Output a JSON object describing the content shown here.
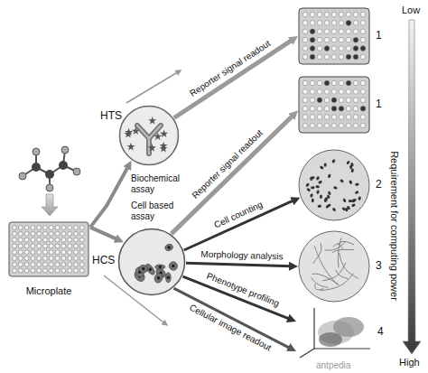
{
  "diagram": {
    "nodes": [
      {
        "text": [
          "Microplate"
        ]
      },
      {
        "text": [
          "HTS"
        ]
      },
      {
        "text": [
          "HCS"
        ]
      },
      {
        "text": [
          "1"
        ]
      },
      {
        "text": [
          "1"
        ]
      },
      {
        "text": [
          "2"
        ]
      },
      {
        "text": [
          "3"
        ]
      },
      {
        "text": [
          "4"
        ]
      }
    ],
    "edges": [
      {
        "from": 0,
        "to": 1,
        "label": "Biochemical assay",
        "arrow": "to"
      },
      {
        "from": 0,
        "to": 2,
        "label": "Cell based assay",
        "arrow": "to"
      },
      {
        "from": 1,
        "to": 3,
        "label": "Reporter signal readout",
        "arrow": "to"
      },
      {
        "from": 2,
        "to": 4,
        "label": "Reporter signal readout",
        "arrow": "to"
      },
      {
        "from": 2,
        "to": 5,
        "label": "Cell counting",
        "arrow": "to"
      },
      {
        "from": 2,
        "to": 6,
        "label": "Morphology analysis",
        "arrow": "to"
      },
      {
        "from": 2,
        "to": 7,
        "label": "Phenotype profiling",
        "arrow": "to"
      },
      {
        "from": 2,
        "to": 7,
        "label": "Cellular image readout",
        "arrow": "to"
      }
    ],
    "labels": [
      "Low",
      "High",
      "Requirement for computing power",
      "antpedia"
    ]
  }
}
